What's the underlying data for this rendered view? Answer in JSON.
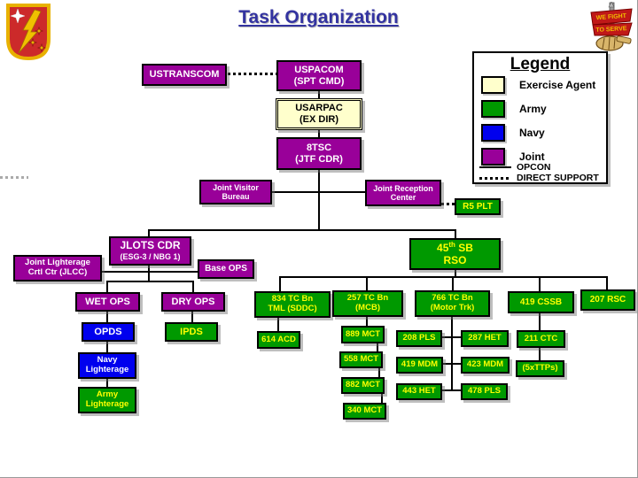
{
  "title": "Task Organization",
  "crest": {
    "motto_line1": "WE FIGHT",
    "motto_line2": "TO SERVE"
  },
  "legend": {
    "title": "Legend",
    "items": [
      {
        "label": "Exercise Agent",
        "color": "#FFFFCC"
      },
      {
        "label": "Army",
        "color": "#009900"
      },
      {
        "label": "Navy",
        "color": "#0000EE"
      },
      {
        "label": "Joint",
        "color": "#990099"
      }
    ],
    "lines": [
      {
        "label": "OPCON",
        "style": "solid"
      },
      {
        "label": "DIRECT SUPPORT",
        "style": "dotted"
      }
    ]
  },
  "nodes": {
    "ustranscom": {
      "line1": "USTRANSCOM"
    },
    "uspacom": {
      "line1": "USPACOM",
      "line2": "(SPT CMD)"
    },
    "usarpac": {
      "line1": "USARPAC",
      "line2": "(EX DIR)"
    },
    "tsc8": {
      "line1": "8TSC",
      "line2": "(JTF CDR)"
    },
    "jvb": {
      "line1": "Joint Visitor",
      "line2": "Bureau"
    },
    "jrc": {
      "line1": "Joint Reception",
      "line2": "Center"
    },
    "r5plt": {
      "line1": "R5 PLT"
    },
    "jlots": {
      "line1": "JLOTS CDR",
      "line2": "(ESG-3 / NBG 1)"
    },
    "jlcc": {
      "line1": "Joint Lighterage",
      "line2": "Crtl Ctr (JLCC)"
    },
    "baseops": {
      "line1": "Base OPS"
    },
    "sb45": {
      "pre": "45",
      "sup": "th",
      "post": " SB",
      "line2": "RSO"
    },
    "wetops": {
      "line1": "WET OPS"
    },
    "dryops": {
      "line1": "DRY OPS"
    },
    "opds": {
      "line1": "OPDS"
    },
    "ipds": {
      "line1": "IPDS"
    },
    "navylighterage": {
      "line1": "Navy",
      "line2": "Lighterage"
    },
    "armylighterage": {
      "line1": "Army",
      "line2": "Lighterage"
    },
    "tc834": {
      "line1": "834 TC Bn",
      "line2": "TML (SDDC)"
    },
    "tc257": {
      "line1": "257 TC Bn",
      "line2": "(MCB)"
    },
    "tc766": {
      "line1": "766 TC Bn",
      "line2": "(Motor Trk)"
    },
    "cssb419": {
      "line1": "419 CSSB"
    },
    "rsc207": {
      "line1": "207 RSC"
    },
    "acd614": {
      "line1": "614 ACD"
    },
    "mct889": {
      "line1": "889 MCT"
    },
    "mct558": {
      "line1": "558 MCT"
    },
    "mct882": {
      "line1": "882 MCT"
    },
    "mct340": {
      "line1": "340 MCT"
    },
    "pls208": {
      "line1": "208 PLS"
    },
    "het287": {
      "line1": "287 HET"
    },
    "mdm419": {
      "line1": "419 MDM"
    },
    "mdm423": {
      "line1": "423 MDM"
    },
    "het443": {
      "line1": "443 HET"
    },
    "pls478": {
      "line1": "478 PLS"
    },
    "ctc211": {
      "line1": "211 CTC"
    },
    "ttps5x": {
      "line1": "(5xTTPs)"
    }
  },
  "colors": {
    "joint_purple": "#990099",
    "army_green": "#009900",
    "navy_blue": "#0000EE",
    "exercise_agent_cream": "#FFFFCC",
    "yellow_text": "#FFFF00",
    "title_blue": "#3333A0"
  }
}
